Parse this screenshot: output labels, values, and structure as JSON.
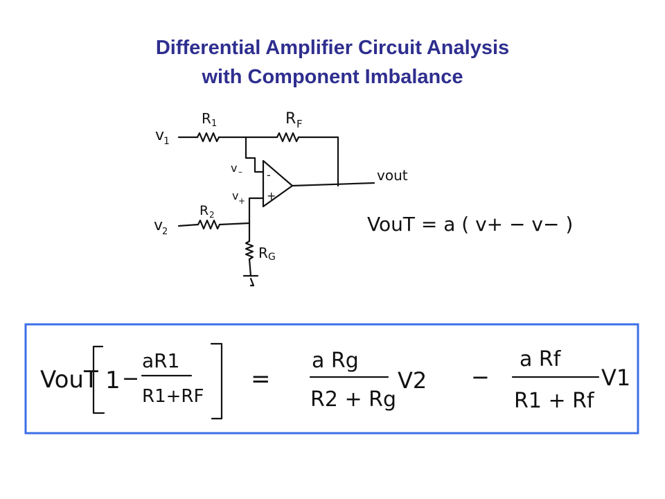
{
  "title": {
    "line1": "Differential Amplifier Circuit Analysis",
    "line2": "with Component Imbalance"
  },
  "colors": {
    "title": "#2e2e8f",
    "box_border": "#3b6fe6",
    "ink": "#111111"
  },
  "schematic": {
    "labels": {
      "v1": "v",
      "v1_sub": "1",
      "v2": "v",
      "v2_sub": "2",
      "r1": "R",
      "r1_sub": "1",
      "rf": "R",
      "rf_sub": "F",
      "r2": "R",
      "r2_sub": "2",
      "rg": "R",
      "rg_sub": "G",
      "vminus": "v",
      "vminus_sub": "–",
      "vplus": "v",
      "vplus_sub": "+",
      "minus_input": "-",
      "plus_input": "+",
      "vout": "vout"
    }
  },
  "equation_gain": "VouT = a ( v+ − v− )",
  "boxed_equation": {
    "lhs_var": "VouT",
    "one": "1",
    "minus": "−",
    "frac1_num": "aR1",
    "frac1_den": "R1+RF",
    "equals": "=",
    "frac2_num": "a Rg",
    "frac2_den": "R2 + Rg",
    "v2": "V2",
    "minus2": "−",
    "frac3_num": "a Rf",
    "frac3_den": "R1 + Rf",
    "v1": "V1"
  }
}
